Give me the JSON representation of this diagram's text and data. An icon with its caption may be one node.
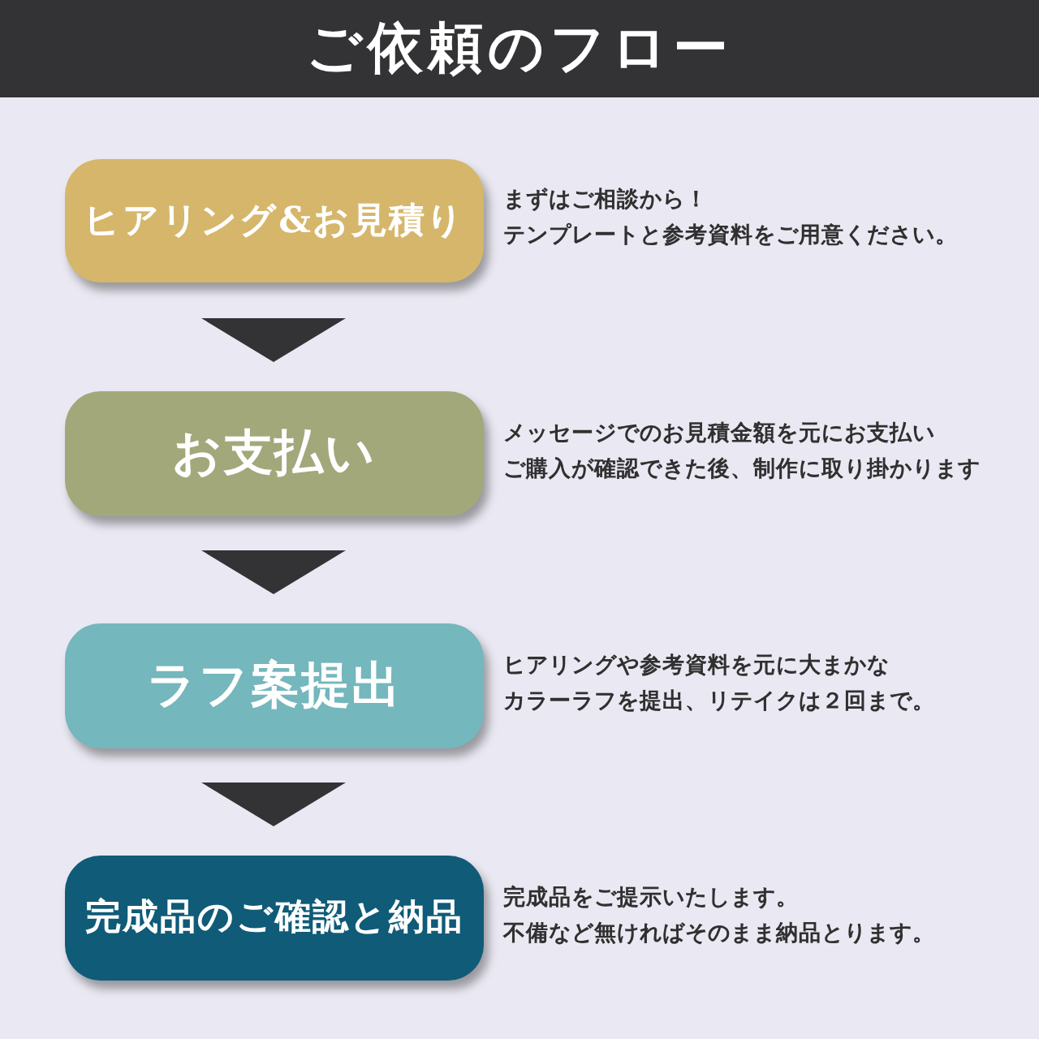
{
  "diagram": {
    "title": "ご依頼のフロー",
    "nodes": [
      {
        "text": [
          "ヒアリング&お見積り"
        ],
        "beside": [
          "まずはご相談から！",
          "テンプレートと参考資料をご用意ください。"
        ]
      },
      {
        "text": [
          "お支払い"
        ],
        "beside": [
          "メッセージでのお見積金額を元にお支払い",
          "ご購入が確認できた後、制作に取り掛かります"
        ]
      },
      {
        "text": [
          "ラフ案提出"
        ],
        "beside": [
          "ヒアリングや参考資料を元に大まかな",
          "カラーラフを提出、リテイクは２回まで。"
        ]
      },
      {
        "text": [
          "完成品のご確認と納品"
        ],
        "beside": [
          "完成品をご提示いたします。",
          "不備など無ければそのまま納品とります。"
        ]
      }
    ],
    "edges": [
      {
        "from": 0,
        "to": 1,
        "arrow": "to"
      },
      {
        "from": 1,
        "to": 2,
        "arrow": "to"
      },
      {
        "from": 2,
        "to": 3,
        "arrow": "to"
      }
    ]
  }
}
